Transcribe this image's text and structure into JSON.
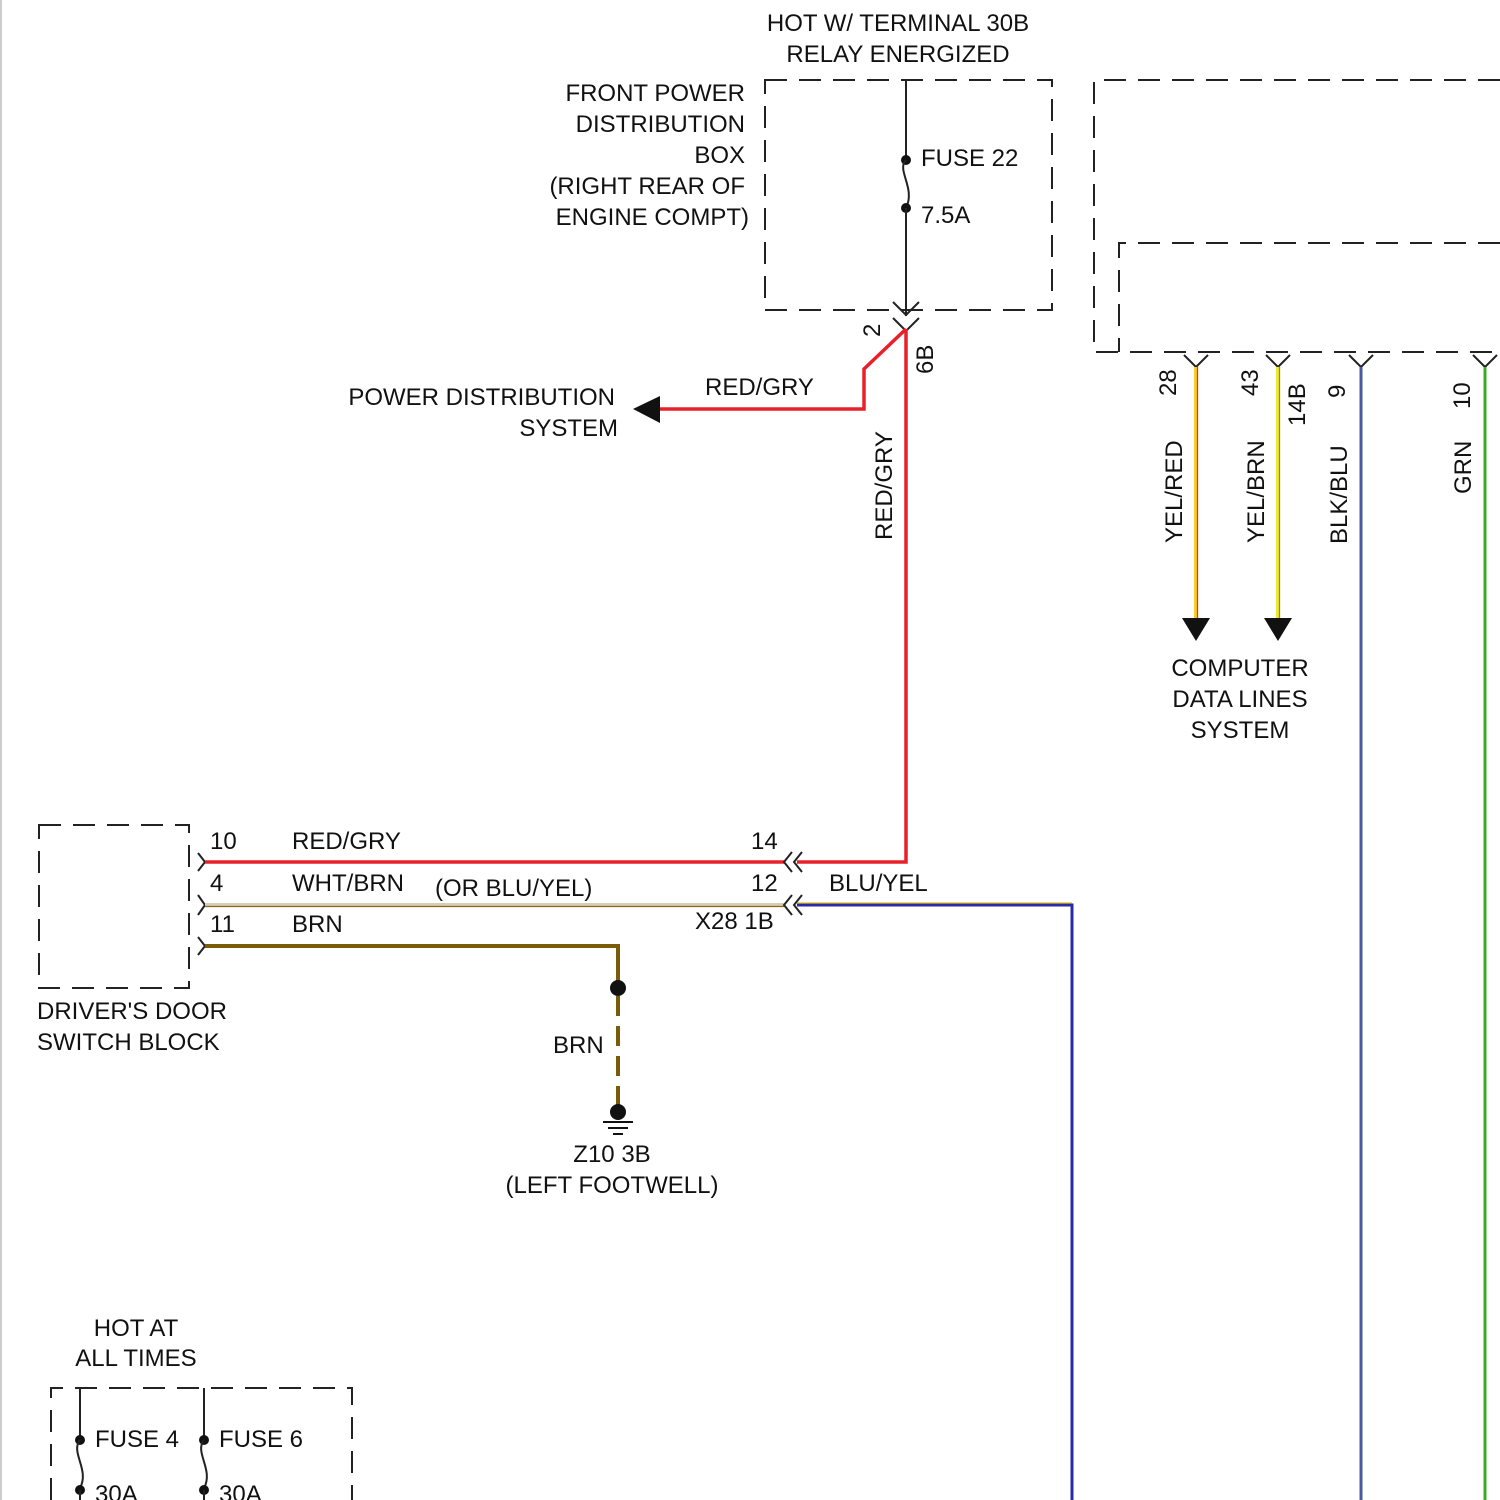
{
  "labels": {
    "hot_relay_1": "HOT W/ TERMINAL 30B",
    "hot_relay_2": "RELAY ENERGIZED",
    "front_box_1": "FRONT POWER",
    "front_box_2": "DISTRIBUTION",
    "front_box_3": "BOX",
    "front_box_4": "(RIGHT REAR OF",
    "front_box_5": "ENGINE COMPT)",
    "fuse22_name": "FUSE 22",
    "fuse22_rating": "7.5A",
    "pin_2": "2",
    "pin_6b": "6B",
    "pds_1": "POWER DISTRIBUTION",
    "pds_2": "SYSTEM",
    "wire_red_gry_h": "RED/GRY",
    "wire_red_gry_v": "RED/GRY",
    "pin_28": "28",
    "pin_43": "43",
    "pin_14b": "14B",
    "pin_9": "9",
    "pin_10r": "10",
    "wire_yel_red": "YEL/RED",
    "wire_yel_brn": "YEL/BRN",
    "wire_blk_blu": "BLK/BLU",
    "wire_grn": "GRN",
    "cdl_1": "COMPUTER",
    "cdl_2": "DATA LINES",
    "cdl_3": "SYSTEM",
    "pin_10": "10",
    "pin_4": "4",
    "pin_11": "11",
    "wire_red_gry_door": "RED/GRY",
    "wire_wht_brn": "WHT/BRN",
    "wire_or_blu_yel": "(OR BLU/YEL)",
    "wire_brn": "BRN",
    "pin_14": "14",
    "pin_12": "12",
    "wire_blu_yel": "BLU/YEL",
    "conn_x28": "X28 1B",
    "door_1": "DRIVER'S DOOR",
    "door_2": "SWITCH BLOCK",
    "wire_brn_ground": "BRN",
    "ground_1": "Z10 3B",
    "ground_2": "(LEFT FOOTWELL)",
    "hot_all_1": "HOT AT",
    "hot_all_2": "ALL TIMES",
    "fuse4_name": "FUSE 4",
    "fuse4_rating": "30A",
    "fuse6_name": "FUSE 6",
    "fuse6_rating": "30A"
  },
  "colors": {
    "red_gry": "#e8202a",
    "red_gry_stripe": "#b0b0b0",
    "wht_brn": "#d8cdb4",
    "wht_brn_stripe": "#8a6a1e",
    "brn": "#7a5c08",
    "blu_yel": "#2a2aa8",
    "blu_yel_stripe": "#e5c020",
    "yel_red": "#f5d020",
    "yel_red_stripe": "#e8302a",
    "yel_brn": "#f0e830",
    "yel_brn_stripe": "#9a8a20",
    "blk_blu": "#4a5aa0",
    "grn": "#3aaa2a"
  }
}
